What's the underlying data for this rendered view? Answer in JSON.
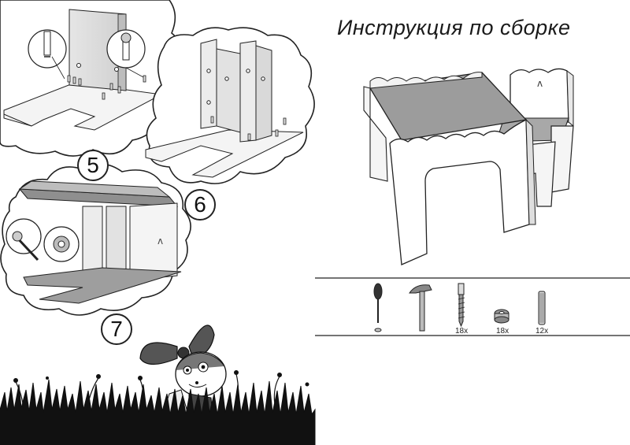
{
  "title": "Инструкция по сборке",
  "steps": [
    {
      "number": "5"
    },
    {
      "number": "6"
    },
    {
      "number": "7"
    }
  ],
  "tools": [
    {
      "icon": "screwdriver-icon",
      "count": ""
    },
    {
      "icon": "hammer-icon",
      "count": ""
    },
    {
      "icon": "confirmat-screw-icon",
      "count": "18x"
    },
    {
      "icon": "cam-lock-icon",
      "count": "18x"
    },
    {
      "icon": "wooden-dowel-icon",
      "count": "12x"
    }
  ],
  "colors": {
    "line": "#222222",
    "panel_light": "#f2f2f2",
    "panel_dark": "#9a9a9a",
    "grass": "#111111"
  }
}
